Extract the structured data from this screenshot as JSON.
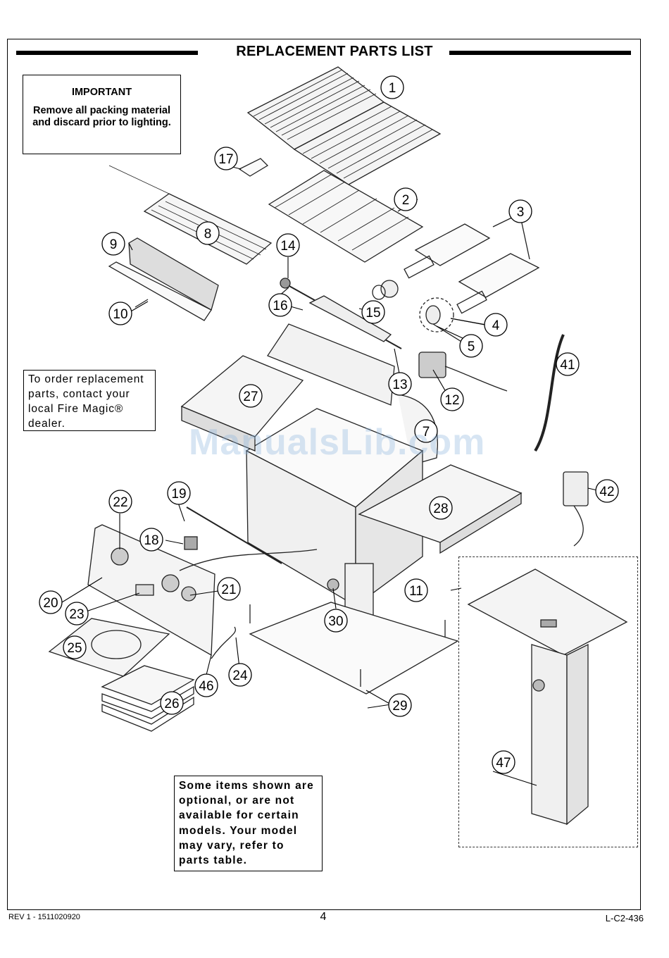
{
  "header": {
    "title": "REPLACEMENT PARTS LIST"
  },
  "important": {
    "heading": "IMPORTANT",
    "body": "Remove all packing material and discard prior to lighting."
  },
  "order_note": "To order replacement parts, contact your local Fire Magic® dealer.",
  "optional_note": "Some items shown are optional, or are not available for certain models. Your model may vary, refer to parts table.",
  "watermark": "ManualsLib.com",
  "footer": {
    "left": "REV 1 - 1511020920",
    "page": "4",
    "right": "L-C2-436"
  },
  "callouts": [
    "1",
    "2",
    "3",
    "4",
    "5",
    "7",
    "8",
    "9",
    "10",
    "11",
    "12",
    "13",
    "14",
    "15",
    "16",
    "17",
    "18",
    "19",
    "20",
    "21",
    "22",
    "23",
    "24",
    "25",
    "26",
    "27",
    "28",
    "29",
    "30",
    "41",
    "42",
    "46",
    "47"
  ]
}
